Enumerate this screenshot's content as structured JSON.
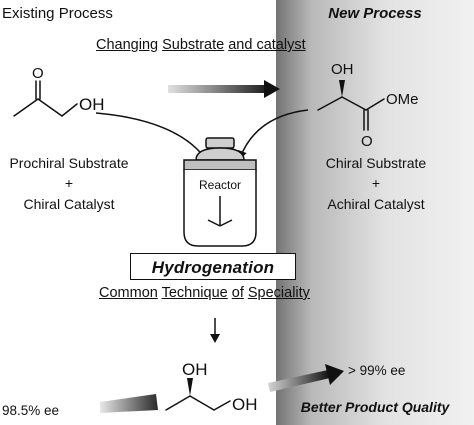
{
  "header": {
    "existing": "Existing Process",
    "new": "New Process"
  },
  "change_caption": {
    "w1": "Changing",
    "w2": "Substrate",
    "w3": "and catalyst"
  },
  "left_molecule": {
    "o_label": "O",
    "oh_label": "OH"
  },
  "right_molecule": {
    "oh_label": "OH",
    "ome_label": "OMe",
    "o_label": "O"
  },
  "left_caption": {
    "line1": "Prochiral Substrate",
    "line2": "+",
    "line3": "Chiral Catalyst"
  },
  "right_caption": {
    "line1": "Chiral Substrate",
    "line2": "+",
    "line3": "Achiral Catalyst"
  },
  "reactor": {
    "label": "Reactor"
  },
  "hydrogenation": "Hydrogenation",
  "technique_caption": {
    "w1": "Common",
    "w2": "Technique",
    "w3": "of",
    "w4": "Speciality"
  },
  "product": {
    "oh_top": "OH",
    "oh_right": "OH"
  },
  "ee": {
    "left": "98.5% ee",
    "right": "> 99% ee"
  },
  "quality_caption": "Better Product Quality",
  "colors": {
    "panel_dark": "#737373",
    "panel_light": "#f1f1f1",
    "ink": "#111111"
  }
}
